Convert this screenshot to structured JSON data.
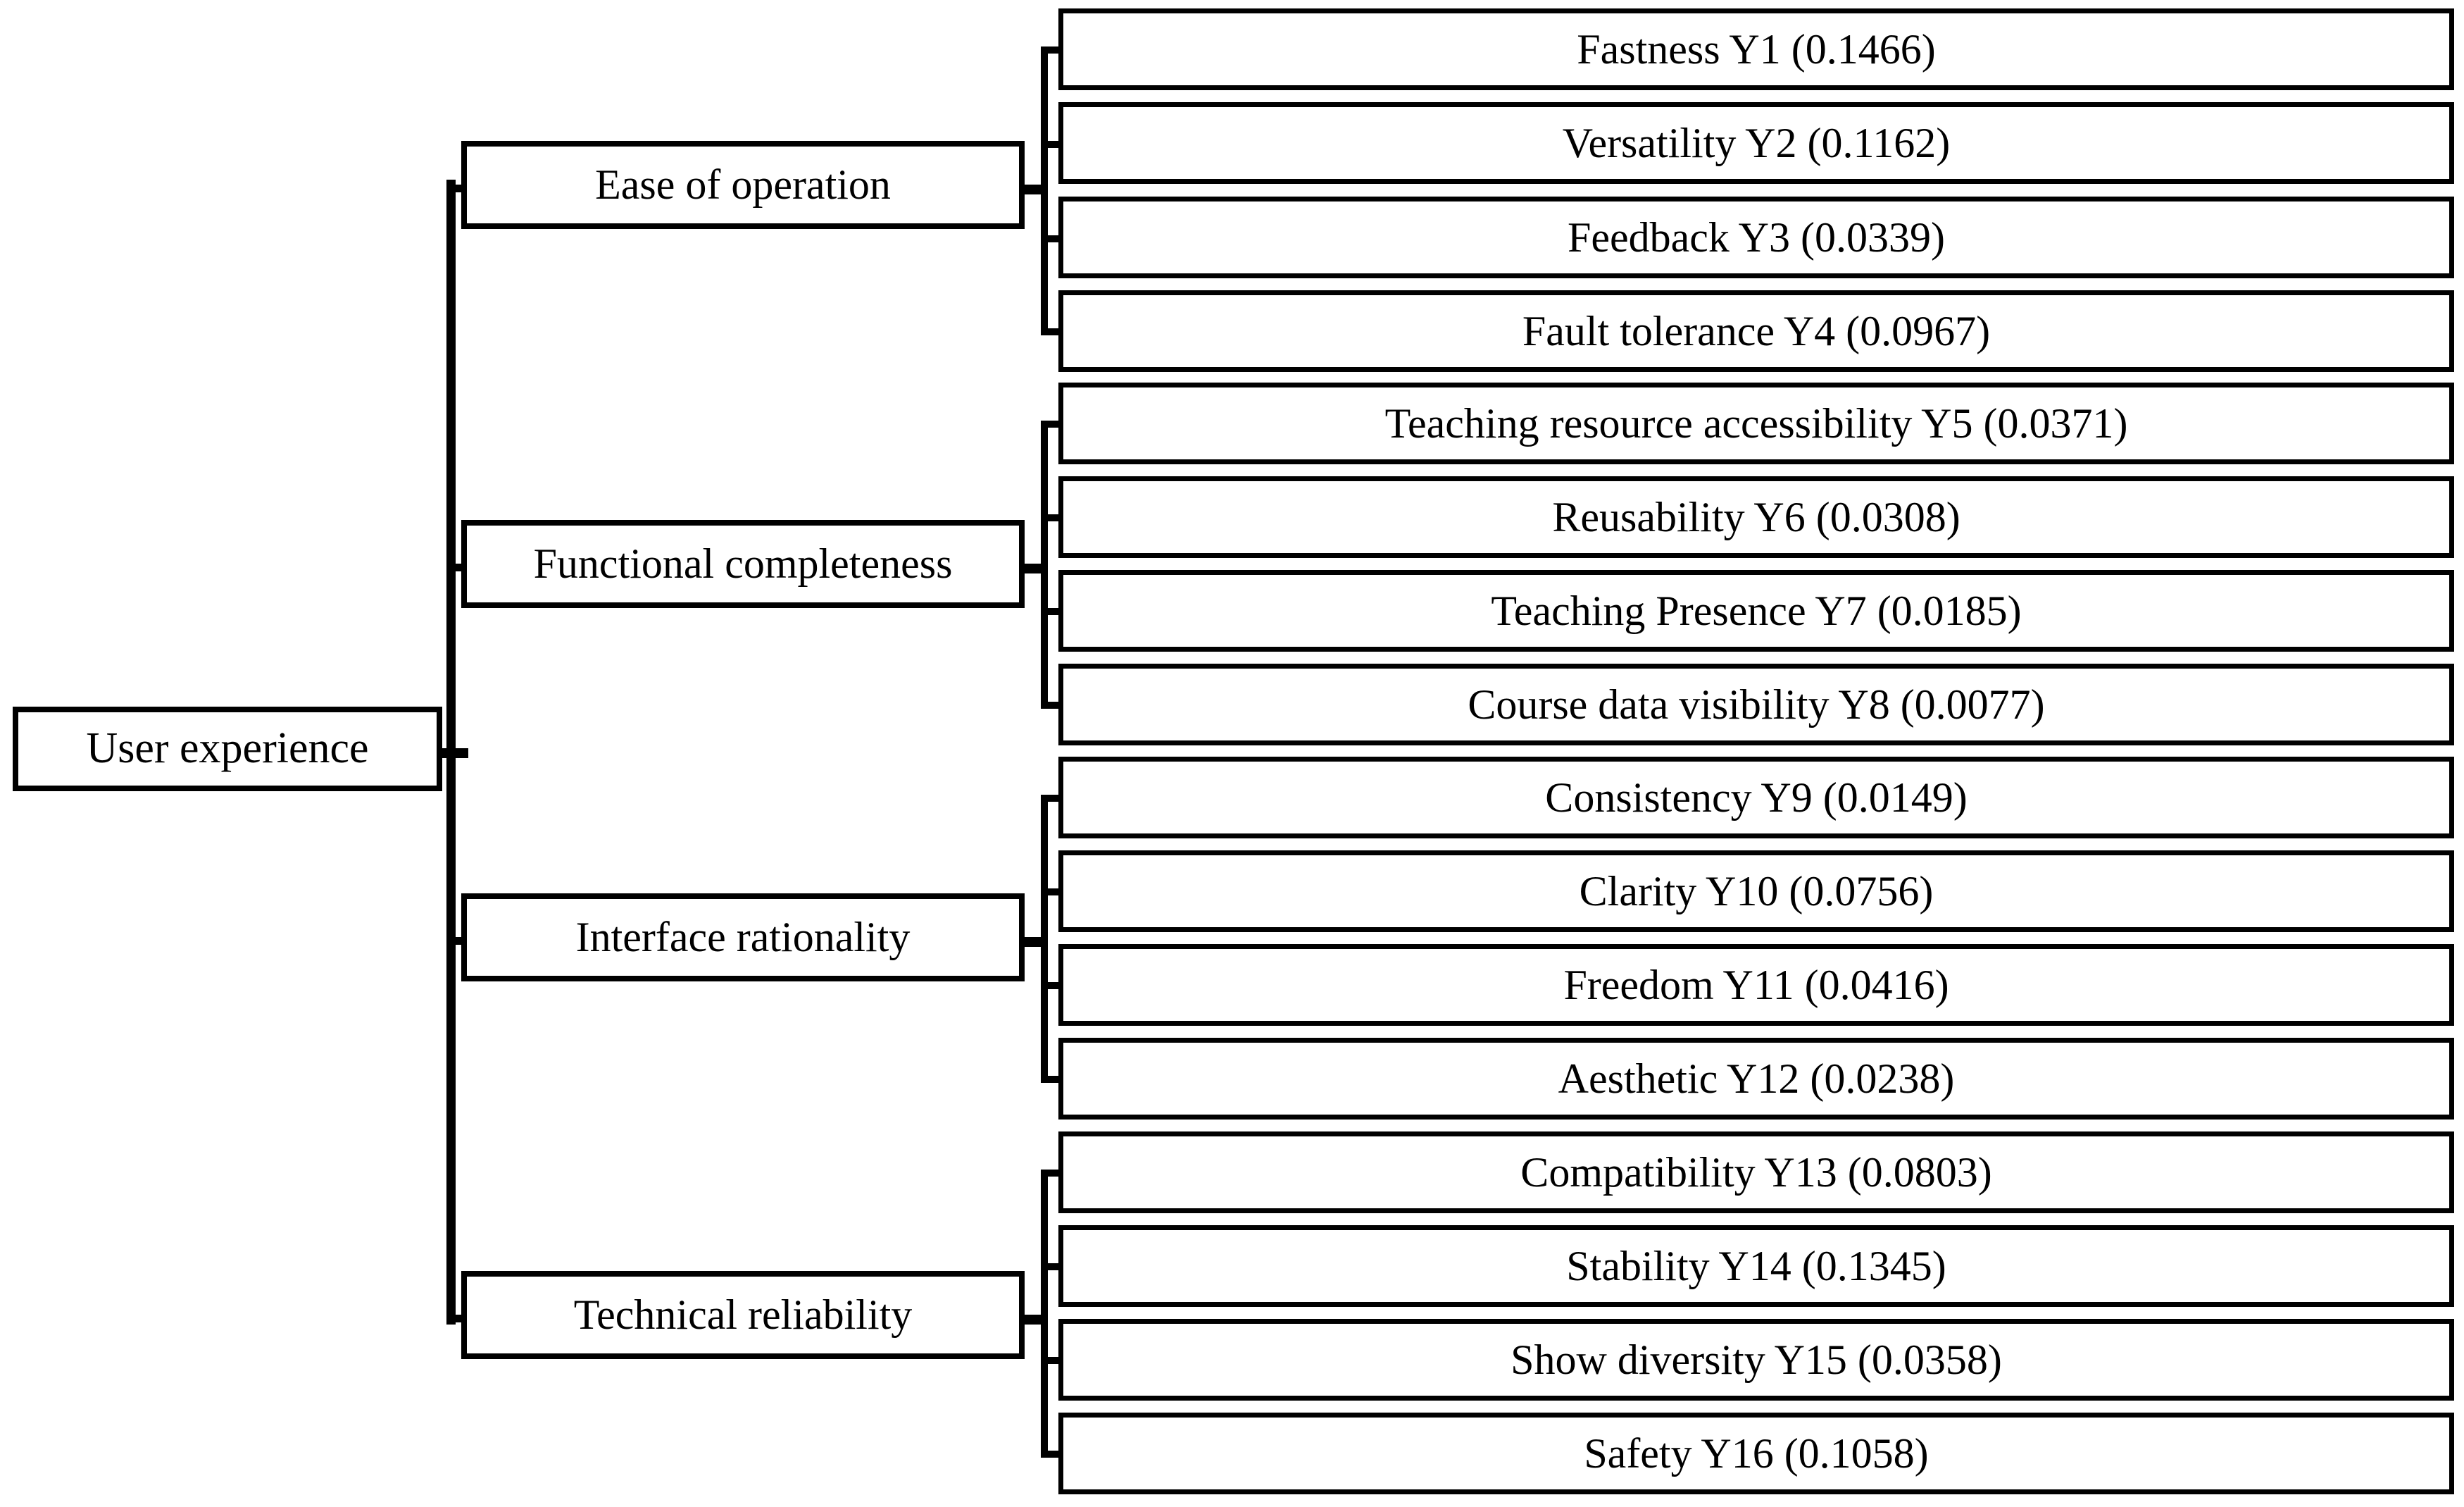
{
  "diagram": {
    "type": "hierarchy-tree",
    "orientation": "left-to-right",
    "root": {
      "label": "User experience"
    },
    "categories": [
      {
        "label": "Ease of operation"
      },
      {
        "label": "Functional completeness"
      },
      {
        "label": "Interface rationality"
      },
      {
        "label": "Technical reliability"
      }
    ],
    "leaves": [
      {
        "label": "Fastness Y1 (0.1466)",
        "name": "Fastness",
        "code": "Y1",
        "weight": "0.1466",
        "group": "Ease of operation"
      },
      {
        "label": "Versatility Y2 (0.1162)",
        "name": "Versatility",
        "code": "Y2",
        "weight": "0.1162",
        "group": "Ease of operation"
      },
      {
        "label": "Feedback Y3 (0.0339)",
        "name": "Feedback",
        "code": "Y3",
        "weight": "0.0339",
        "group": "Ease of operation"
      },
      {
        "label": "Fault tolerance Y4 (0.0967)",
        "name": "Fault tolerance",
        "code": "Y4",
        "weight": "0.0967",
        "group": "Ease of operation"
      },
      {
        "label": "Teaching resource accessibility Y5 (0.0371)",
        "name": "Teaching resource accessibility",
        "code": "Y5",
        "weight": "0.0371",
        "group": "Functional completeness"
      },
      {
        "label": "Reusability Y6 (0.0308)",
        "name": "Reusability",
        "code": "Y6",
        "weight": "0.0308",
        "group": "Functional completeness"
      },
      {
        "label": "Teaching Presence Y7 (0.0185)",
        "name": "Teaching Presence",
        "code": "Y7",
        "weight": "0.0185",
        "group": "Functional completeness"
      },
      {
        "label": "Course data visibility Y8 (0.0077)",
        "name": "Course data visibility",
        "code": "Y8",
        "weight": "0.0077",
        "group": "Functional completeness"
      },
      {
        "label": "Consistency Y9 (0.0149)",
        "name": "Consistency",
        "code": "Y9",
        "weight": "0.0149",
        "group": "Interface rationality"
      },
      {
        "label": "Clarity Y10 (0.0756)",
        "name": "Clarity",
        "code": "Y10",
        "weight": "0.0756",
        "group": "Interface rationality"
      },
      {
        "label": "Freedom Y11 (0.0416)",
        "name": "Freedom",
        "code": "Y11",
        "weight": "0.0416",
        "group": "Interface rationality"
      },
      {
        "label": "Aesthetic Y12 (0.0238)",
        "name": "Aesthetic",
        "code": "Y12",
        "weight": "0.0238",
        "group": "Interface rationality"
      },
      {
        "label": "Compatibility Y13 (0.0803)",
        "name": "Compatibility",
        "code": "Y13",
        "weight": "0.0803",
        "group": "Technical reliability"
      },
      {
        "label": "Stability Y14 (0.1345)",
        "name": "Stability",
        "code": "Y14",
        "weight": "0.1345",
        "group": "Technical reliability"
      },
      {
        "label": "Show diversity Y15 (0.0358)",
        "name": "Show diversity",
        "code": "Y15",
        "weight": "0.0358",
        "group": "Technical reliability"
      },
      {
        "label": "Safety Y16 (0.1058)",
        "name": "Safety",
        "code": "Y16",
        "weight": "0.1058",
        "group": "Technical reliability"
      }
    ],
    "colors": {
      "stroke": "#000000",
      "fill": "#ffffff",
      "text": "#000000"
    }
  }
}
